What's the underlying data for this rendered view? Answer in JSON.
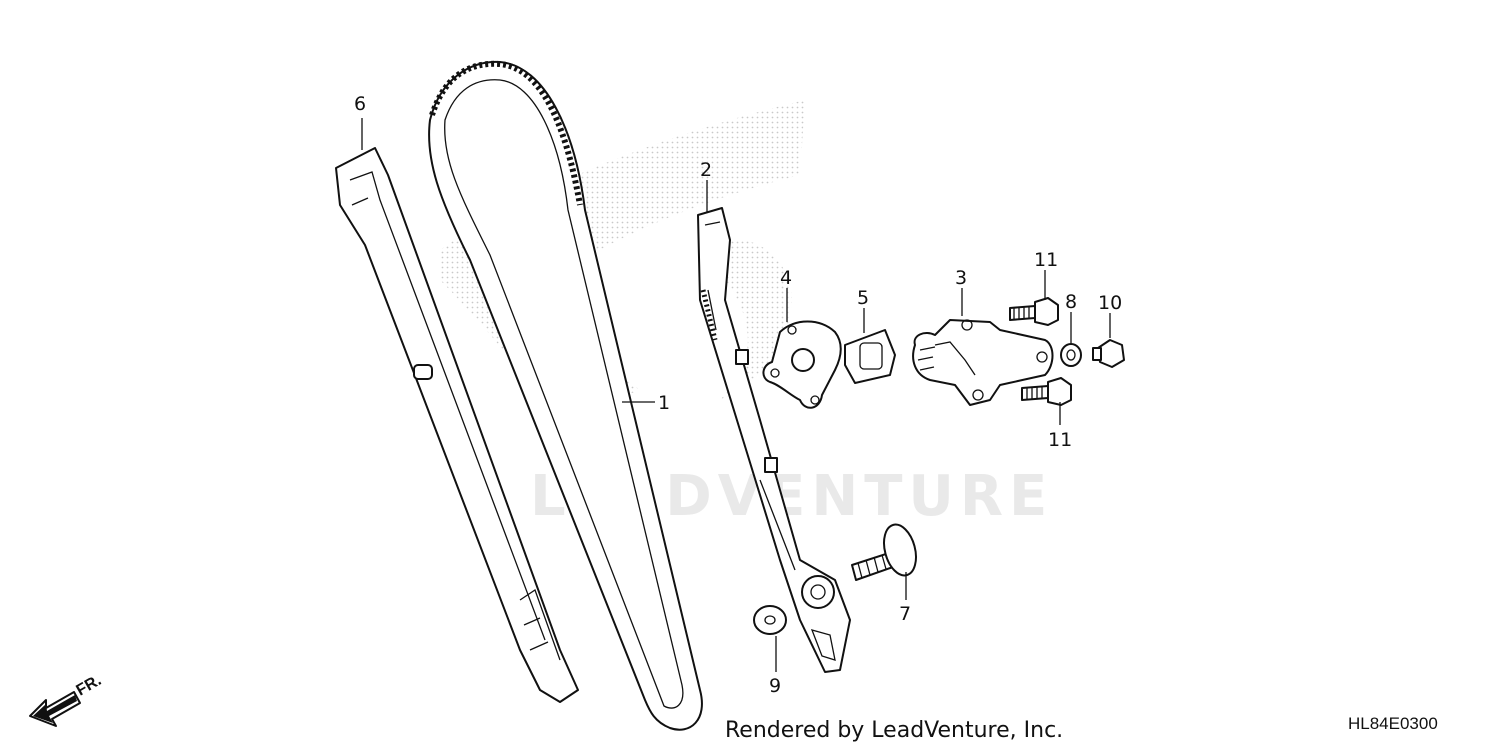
{
  "watermark": {
    "text": "LEADVENTURE"
  },
  "callouts": {
    "part_1": "1",
    "part_2": "2",
    "part_3": "3",
    "part_4": "4",
    "part_5": "5",
    "part_6": "6",
    "part_7": "7",
    "part_8": "8",
    "part_9": "9",
    "part_10": "10",
    "part_11_upper": "11",
    "part_11_lower": "11"
  },
  "front_indicator": {
    "label": "FR."
  },
  "footer": {
    "credit": "Rendered by LeadVenture, Inc.",
    "diagram_code": "HL84E0300"
  }
}
